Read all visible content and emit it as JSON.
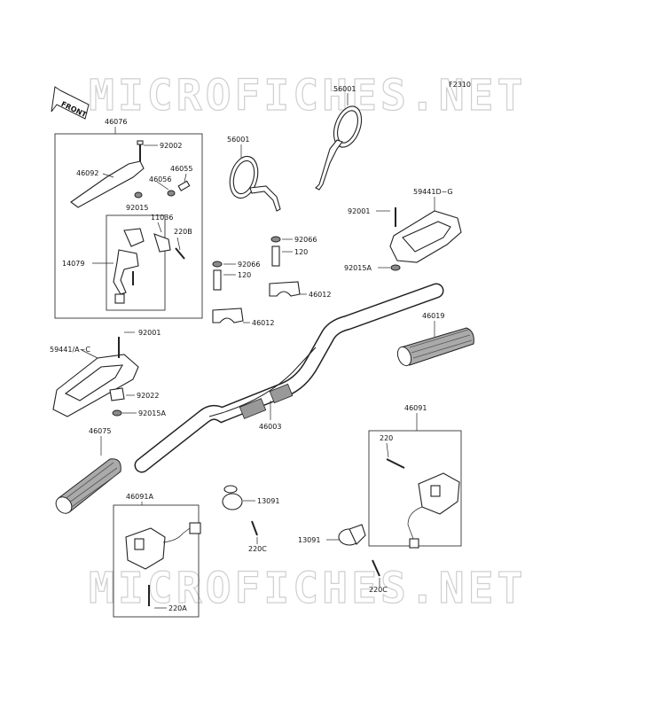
{
  "figure_code": "F2310",
  "watermark": "MICROFICHES.NET",
  "front_label": "FRONT",
  "parts": {
    "p46076": "46076",
    "p92002": "92002",
    "p46092": "46092",
    "p46055": "46055",
    "p46056": "46056",
    "p92015": "92015",
    "p11036": "11036",
    "p220B": "220B",
    "p14079": "14079",
    "p56001_left": "56001",
    "p56001_right": "56001",
    "p92066_a": "92066",
    "p120_a": "120",
    "p92066_b": "92066",
    "p120_b": "120",
    "p46012_a": "46012",
    "p46012_b": "46012",
    "p59441DG": "59441D~G",
    "p92001_right": "92001",
    "p92015A_right": "92015A",
    "p92001_left": "92001",
    "p59441AC": "59441/A~C",
    "p92022": "92022",
    "p92015A_left": "92015A",
    "p46019": "46019",
    "p46003": "46003",
    "p46075": "46075",
    "p46091": "46091",
    "p220": "220",
    "p46091A": "46091A",
    "p13091_left": "13091",
    "p220C_left": "220C",
    "p220A": "220A",
    "p13091_right": "13091",
    "p220C_right": "220C"
  }
}
